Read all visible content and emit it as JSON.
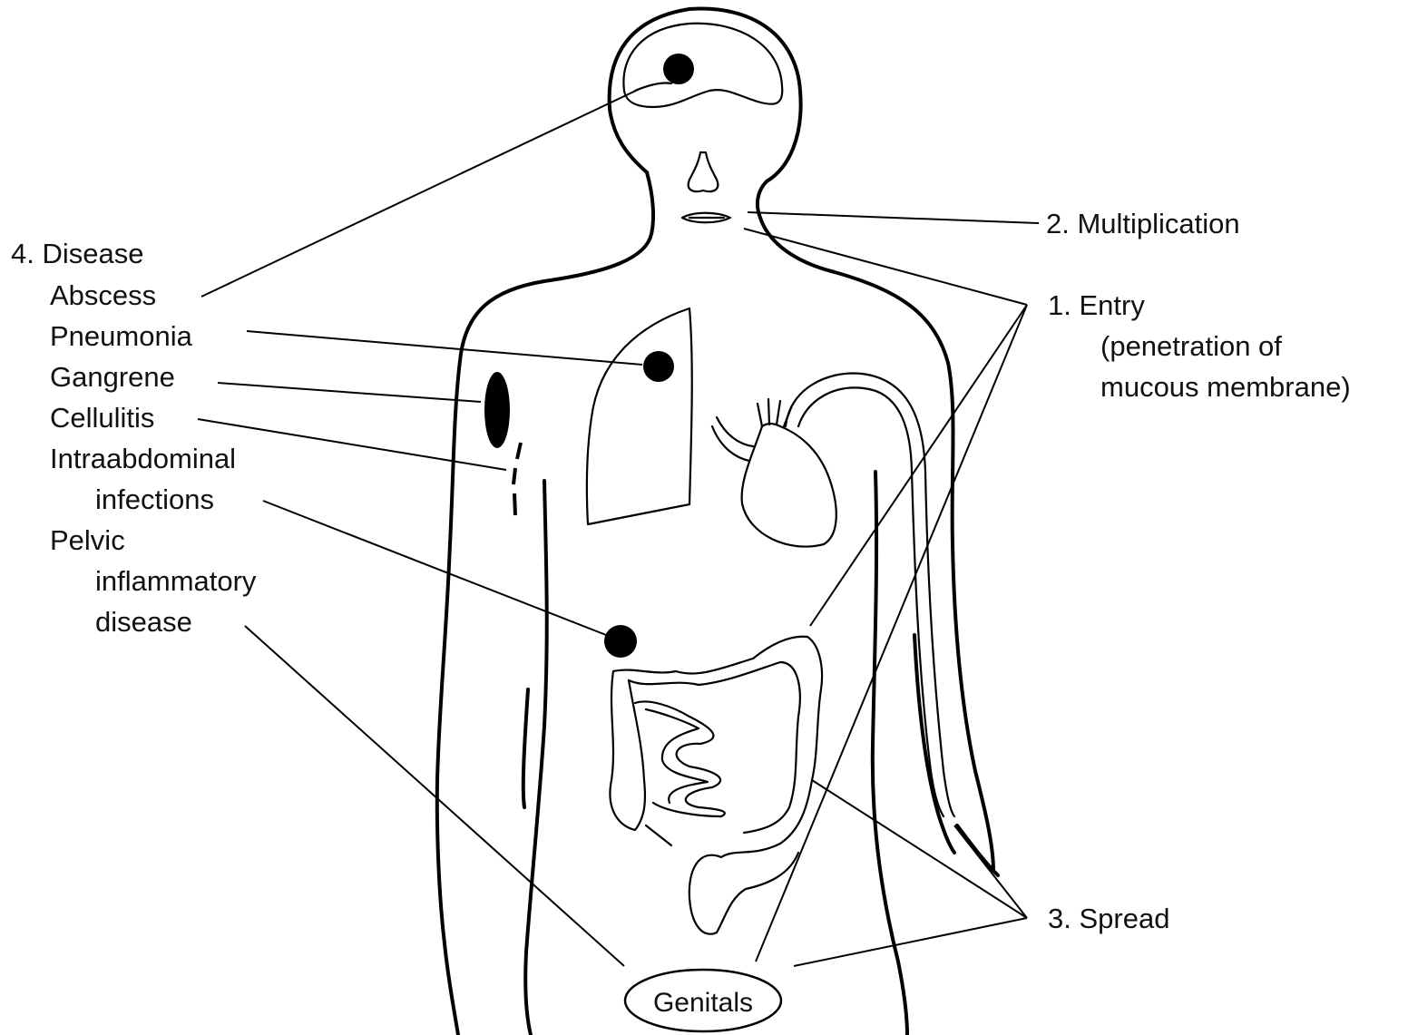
{
  "disease": {
    "heading": "4. Disease",
    "items": [
      "Abscess",
      "Pneumonia",
      "Gangrene",
      "Cellulitis",
      "Intraabdominal",
      "infections",
      "Pelvic",
      "inflammatory",
      "disease"
    ]
  },
  "steps": {
    "multiplication": "2. Multiplication",
    "entry": "1. Entry",
    "entry_detail_1": "(penetration of",
    "entry_detail_2": "mucous membrane)",
    "spread": "3. Spread"
  },
  "genitals": "Genitals"
}
